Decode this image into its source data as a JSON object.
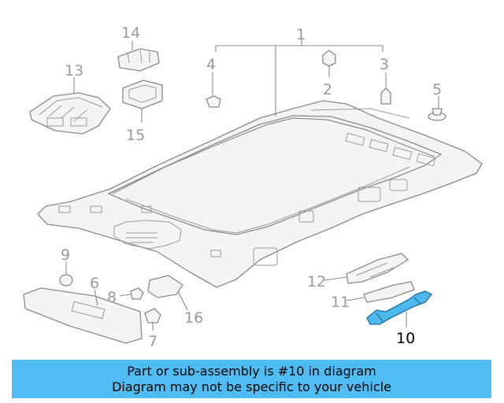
{
  "callouts": {
    "c1": "1",
    "c2": "2",
    "c3": "3",
    "c4": "4",
    "c5": "5",
    "c6": "6",
    "c7": "7",
    "c8": "8",
    "c9": "9",
    "c10": "10",
    "c11": "11",
    "c12": "12",
    "c13": "13",
    "c14": "14",
    "c15": "15",
    "c16": "16"
  },
  "highlighted_part": "10",
  "colors": {
    "highlight": "#4db8ee",
    "banner": "#4fbdf3",
    "line": "#8a8a8a"
  },
  "banner": {
    "line1": "Part or sub-assembly is #10 in diagram",
    "line2": "Diagram may not be specific to your vehicle"
  }
}
